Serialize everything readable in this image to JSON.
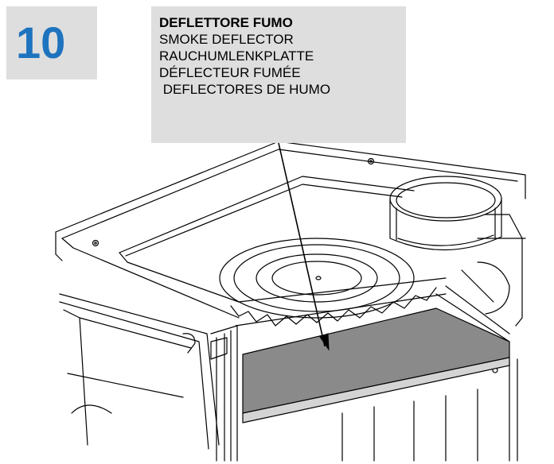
{
  "step": {
    "number": "10"
  },
  "label": {
    "lines": [
      "DEFLETTORE FUMO",
      "SMOKE DEFLECTOR",
      "RAUCHUMLENKPLATTE",
      "DÉFLECTEUR FUMÉE",
      " DEFLECTORES DE HUMO"
    ]
  },
  "colors": {
    "step_number": "#1e73be",
    "label_background": "#dedede",
    "deflector_plate": "#8a8a8a",
    "line": "#000000"
  }
}
